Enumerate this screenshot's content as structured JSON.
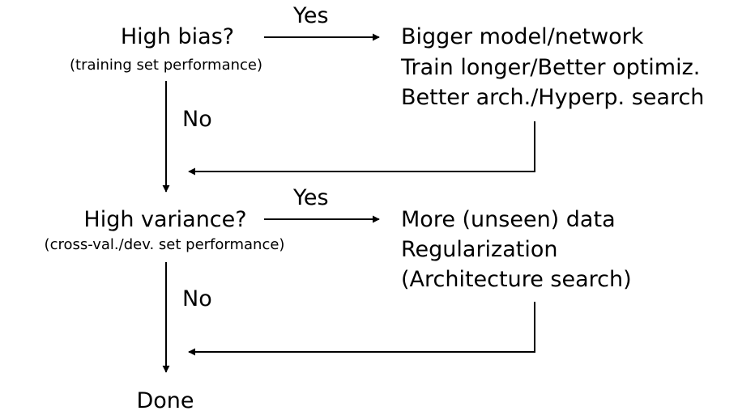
{
  "q1": {
    "question": "High bias?",
    "subtext": "(training set performance)",
    "yes": "Yes",
    "no": "No",
    "actions": [
      "Bigger model/network",
      "Train longer/Better optimiz.",
      "Better arch./Hyperp. search"
    ]
  },
  "q2": {
    "question": "High variance?",
    "subtext": "(cross-val./dev. set performance)",
    "yes": "Yes",
    "no": "No",
    "actions": [
      "More (unseen) data",
      "Regularization",
      "(Architecture search)"
    ]
  },
  "end": {
    "label": "Done"
  }
}
